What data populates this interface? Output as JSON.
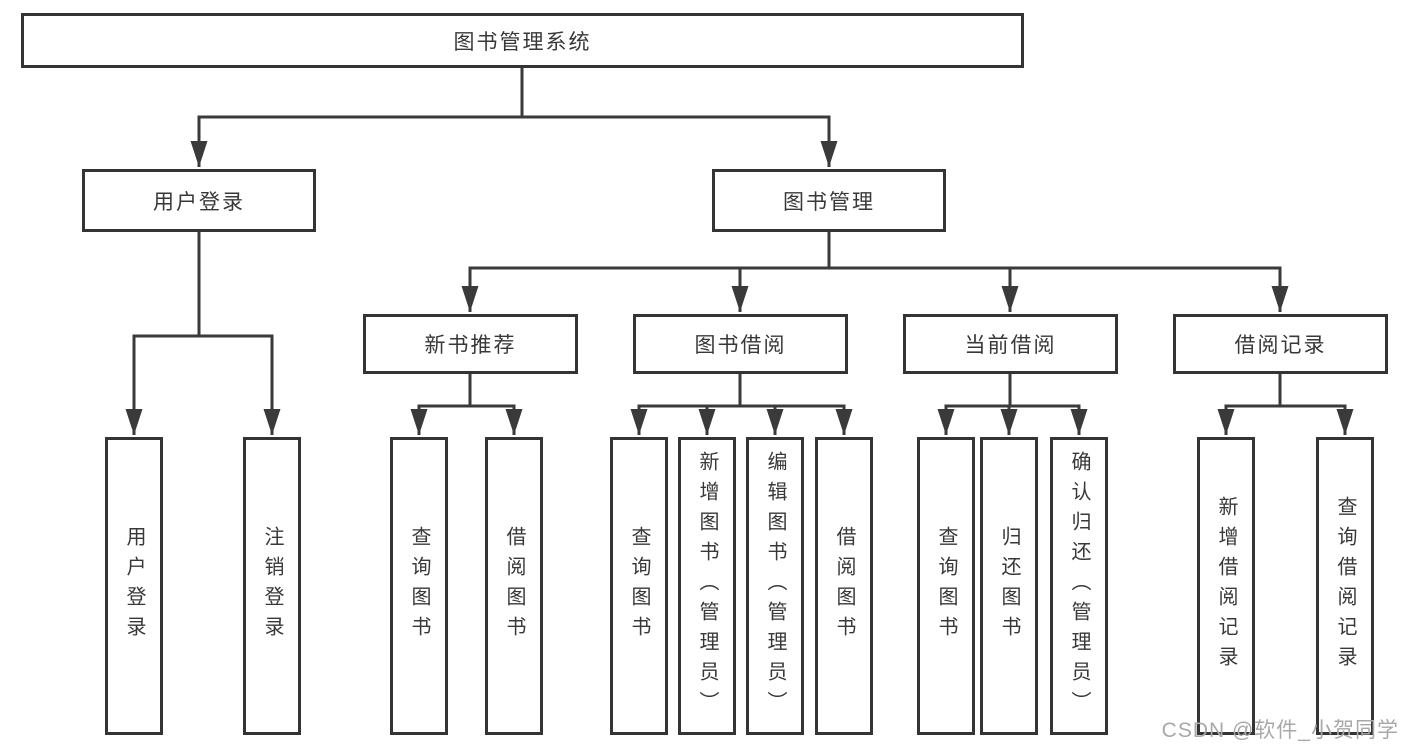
{
  "tree": {
    "label": "图书管理系统",
    "children": [
      {
        "label": "用户登录",
        "children": [
          {
            "label": "用户登录"
          },
          {
            "label": "注销登录"
          }
        ]
      },
      {
        "label": "图书管理",
        "children": [
          {
            "label": "新书推荐",
            "children": [
              {
                "label": "查询图书"
              },
              {
                "label": "借阅图书"
              }
            ]
          },
          {
            "label": "图书借阅",
            "children": [
              {
                "label": "查询图书"
              },
              {
                "label": "新增图书（管理员）"
              },
              {
                "label": "编辑图书（管理员）"
              },
              {
                "label": "借阅图书"
              }
            ]
          },
          {
            "label": "当前借阅",
            "children": [
              {
                "label": "查询图书"
              },
              {
                "label": "归还图书"
              },
              {
                "label": "确认归还（管理员）"
              }
            ]
          },
          {
            "label": "借阅记录",
            "children": [
              {
                "label": "新增借阅记录"
              },
              {
                "label": "查询借阅记录"
              }
            ]
          }
        ]
      }
    ]
  },
  "watermark": "CSDN @软件_小贺同学",
  "colors": {
    "line": "#3a3a3a",
    "box_border": "#343434",
    "box_background": "#ffffff",
    "text": "#383838",
    "watermark": "#a8a8a8"
  }
}
